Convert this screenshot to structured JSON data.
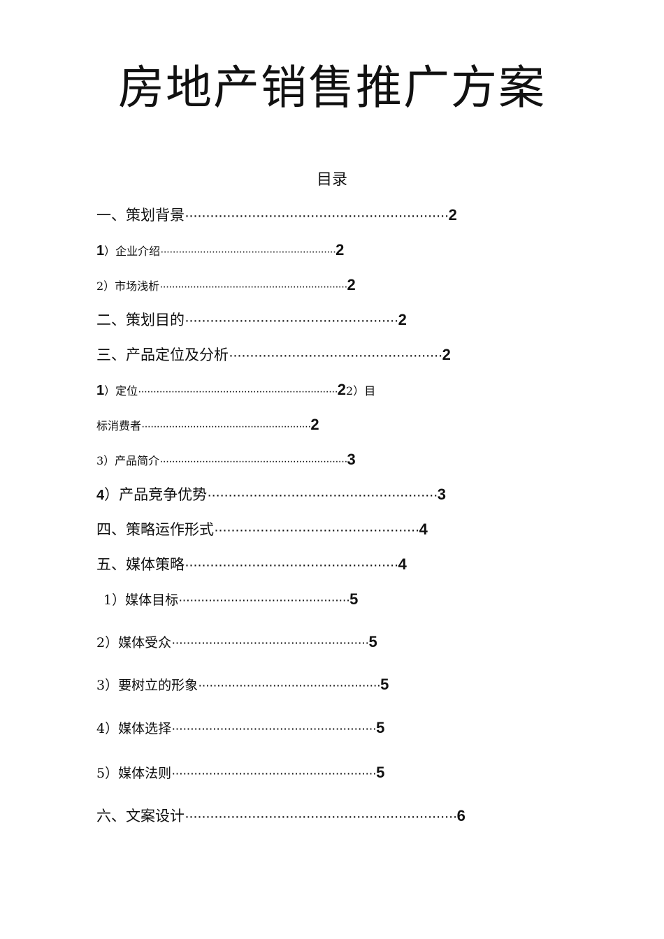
{
  "document": {
    "title": "房地产销售推广方案",
    "toc_heading": "目录"
  },
  "toc": [
    {
      "prefix": "",
      "label": "一、策划背景",
      "page": "2"
    },
    {
      "prefix": "1",
      "label": "）企业介绍",
      "page": "2"
    },
    {
      "prefix": "",
      "label": "2）市场浅析",
      "page": "2"
    },
    {
      "prefix": "",
      "label": "二、策划目的",
      "page": "2"
    },
    {
      "prefix": "",
      "label": "三、产品定位及分析",
      "page": "2"
    },
    {
      "prefix": "1",
      "label": "）定位",
      "page": "2",
      "tail": "2）目"
    },
    {
      "prefix": "",
      "label": "标消费者",
      "page": "2"
    },
    {
      "prefix": "",
      "label": "3）产品简介",
      "page": "3"
    },
    {
      "prefix": "4",
      "label": "）产品竞争优势",
      "page": "3"
    },
    {
      "prefix": "",
      "label": "四、策略运作形式",
      "page": "4"
    },
    {
      "prefix": "",
      "label": "五、媒体策略",
      "page": "4"
    },
    {
      "prefix": "",
      "label": "1）媒体目标",
      "page": "5"
    },
    {
      "prefix": "",
      "label": "2）媒体受众",
      "page": "5"
    },
    {
      "prefix": "",
      "label": "3）要树立的形象",
      "page": "5"
    },
    {
      "prefix": "",
      "label": "4）媒体选择",
      "page": "5"
    },
    {
      "prefix": "",
      "label": "5）媒体法则",
      "page": "5"
    },
    {
      "prefix": "",
      "label": "六、文案设计",
      "page": "6"
    }
  ]
}
